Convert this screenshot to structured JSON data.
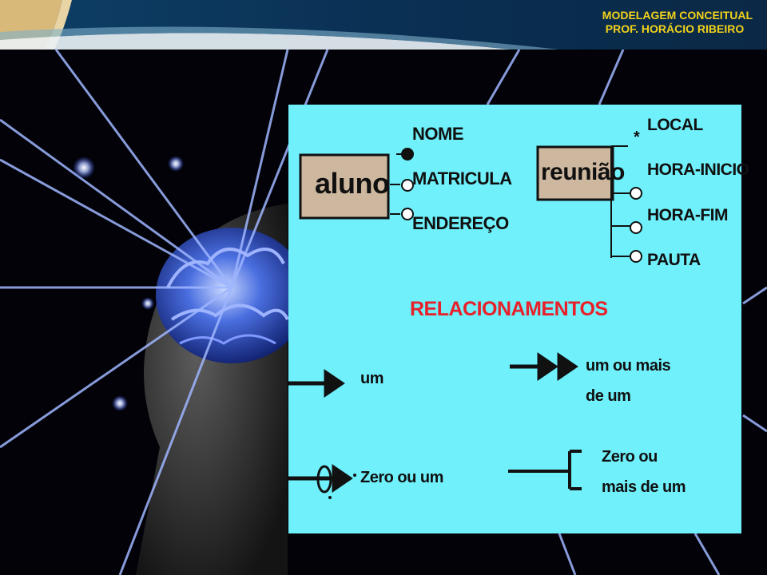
{
  "header": {
    "line1": "MODELAGEM CONCEITUAL",
    "line2": "PROF. HORÁCIO RIBEIRO"
  },
  "diagram": {
    "entity1": {
      "name": "aluno",
      "attributes": [
        "NOME",
        "MATRICULA",
        "ENDEREÇO"
      ]
    },
    "entity2": {
      "name": "reunião",
      "marker": "*",
      "attributes": [
        "LOCAL",
        "HORA-INICIO",
        "HORA-FIM",
        "PAUTA"
      ]
    },
    "section_title": "RELACIONAMENTOS",
    "legend": {
      "one": "um",
      "one_or_more_line1": "um ou mais",
      "one_or_more_line2": "de um",
      "zero_or_one": "Zero ou um",
      "zero_or_more_line1": "Zero ou",
      "zero_or_more_line2": "mais de um"
    }
  },
  "colors": {
    "header_text": "#f2d21a",
    "panel_bg": "#6ff0fb",
    "section_title": "#e8202a",
    "entity_box": "#cdb79e"
  }
}
